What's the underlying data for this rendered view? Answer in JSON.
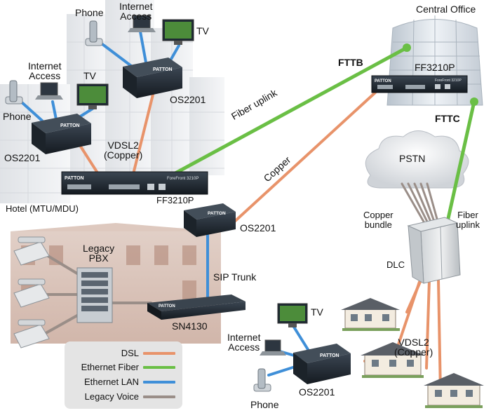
{
  "colors": {
    "dsl": "#e8936a",
    "ethernet_fiber": "#6abf45",
    "ethernet_lan": "#3f8fd8",
    "legacy_voice": "#9a8e88"
  },
  "labels": {
    "central_office": "Central Office",
    "ff3210p_co": "FF3210P",
    "fttb": "FTTB",
    "fttc": "FTTC",
    "fiber_uplink_diag": "Fiber uplink",
    "copper_diag": "Copper",
    "pstn": "PSTN",
    "copper_bundle": "Copper\nbundle",
    "fiber_uplink_right": "Fiber\nuplink",
    "dlc": "DLC",
    "hotel": "Hotel (MTU/MDU)",
    "ff3210p_hotel": "FF3210P",
    "vdsl2_hotel": "VDSL2\n(Copper)",
    "os2201_hotel_left": "OS2201",
    "os2201_hotel_right": "OS2201",
    "os2201_mid": "OS2201",
    "os2201_bottom": "OS2201",
    "phone_tl": "Phone",
    "internet_tl": "Internet\nAccess",
    "tv_tl": "TV",
    "phone_l": "Phone",
    "internet_l": "Internet\nAccess",
    "tv_l": "TV",
    "legacy_pbx": "Legacy\nPBX",
    "sip_trunk": "SIP Trunk",
    "sn4130": "SN4130",
    "tv_b": "TV",
    "internet_b": "Internet\nAccess",
    "phone_b": "Phone",
    "vdsl2_bottom": "VDSL2\n(Copper)"
  },
  "devices": {
    "brand": "PATTON",
    "ff_panel_text": "ForeFront 3210P"
  },
  "legend": [
    {
      "label": "DSL",
      "color": "#e8936a"
    },
    {
      "label": "Ethernet Fiber",
      "color": "#6abf45"
    },
    {
      "label": "Ethernet LAN",
      "color": "#3f8fd8"
    },
    {
      "label": "Legacy Voice",
      "color": "#9a8e88"
    }
  ]
}
